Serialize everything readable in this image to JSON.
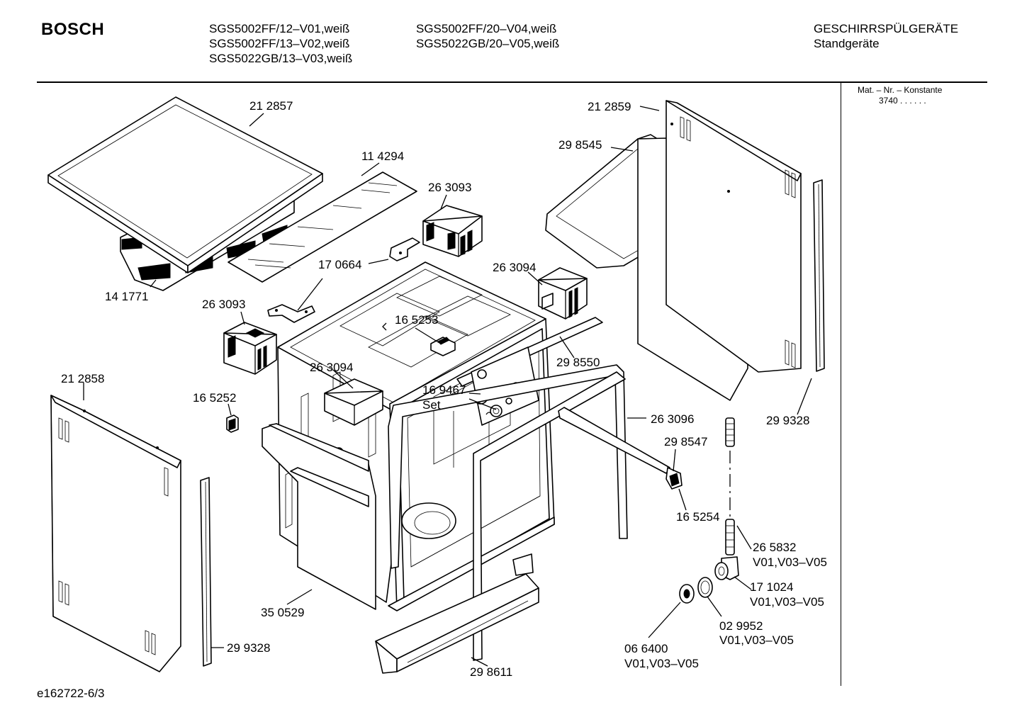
{
  "header": {
    "brand": "BOSCH",
    "models_left": [
      "SGS5002FF/12–V01,weiß",
      "SGS5002FF/13–V02,weiß",
      "SGS5022GB/13–V03,weiß"
    ],
    "models_right": [
      "SGS5002FF/20–V04,weiß",
      "SGS5022GB/20–V05,weiß"
    ],
    "category": "GESCHIRRSPÜLGERÄTE",
    "subcategory": "Standgeräte"
  },
  "material": {
    "label": "Mat. – Nr. – Konstante",
    "value": "3740 .  .  .  .  .  ."
  },
  "footer": {
    "drawing_id": "e162722-6/3"
  },
  "parts": {
    "p212857": "21 2857",
    "p114294": "11 4294",
    "p263093_top": "26 3093",
    "p141771": "14 1771",
    "p170664": "17 0664",
    "p263094_top": "26 3094",
    "p263093_left": "26 3093",
    "p165253": "16 5253",
    "p263094_mid": "26 3094",
    "p212859": "21 2859",
    "p298545": "29 8545",
    "p298550": "29 8550",
    "p169467": "16 9467",
    "p169467_set": "Set",
    "p212858": "21 2858",
    "p165252": "16 5252",
    "p263096": "26 3096",
    "p299328_right": "29 9328",
    "p298547": "29 8547",
    "p165254": "16 5254",
    "p265832": "26 5832",
    "p265832_v": "V01,V03–V05",
    "p171024": "17 1024",
    "p171024_v": "V01,V03–V05",
    "p029952": "02 9952",
    "p029952_v": "V01,V03–V05",
    "p066400": "06 6400",
    "p066400_v": "V01,V03–V05",
    "p350529": "35 0529",
    "p299328_left": "29 9328",
    "p298611": "29 8611"
  }
}
